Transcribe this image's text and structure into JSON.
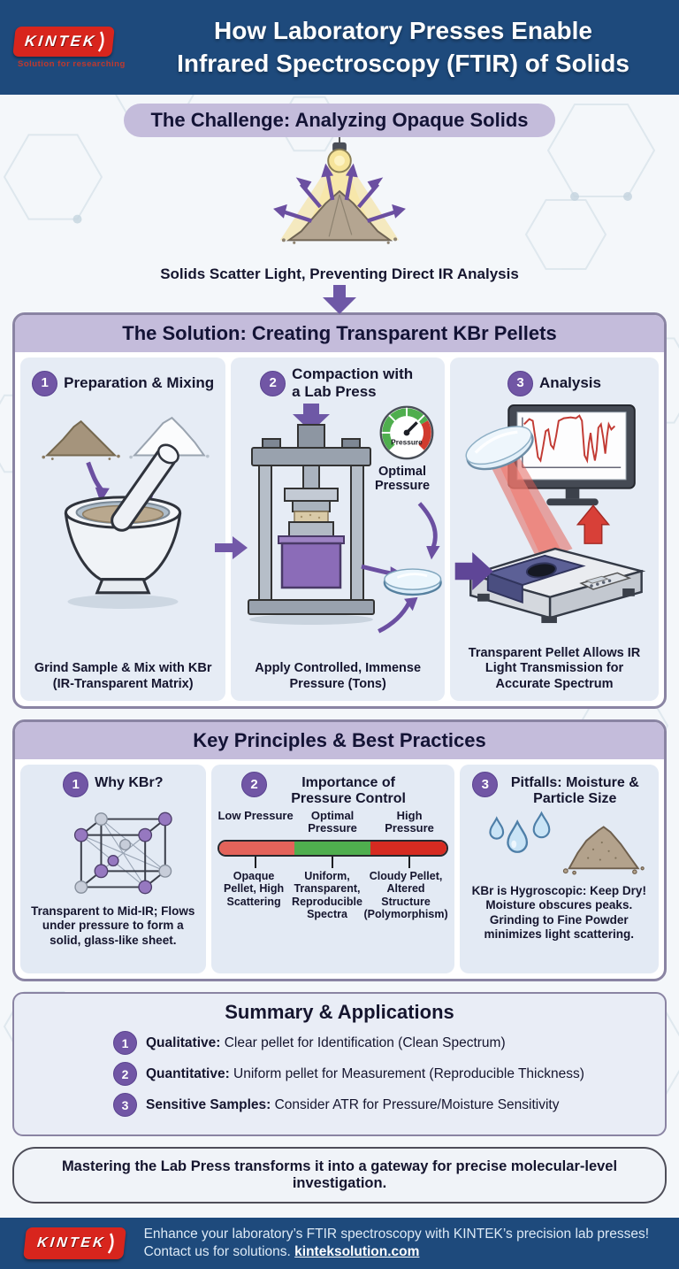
{
  "header": {
    "logo_text": "KINTEK",
    "logo_tagline": "Solution for researching",
    "title_line1": "How Laboratory Presses Enable",
    "title_line2": "Infrared Spectroscopy (FTIR) of Solids"
  },
  "challenge": {
    "title": "The Challenge: Analyzing Opaque Solids",
    "caption": "Solids Scatter Light, Preventing Direct IR Analysis"
  },
  "solution": {
    "title": "The Solution: Creating Transparent KBr Pellets",
    "steps": [
      {
        "number": "1",
        "title": "Preparation & Mixing",
        "caption": "Grind Sample & Mix with KBr (IR-Transparent Matrix)"
      },
      {
        "number": "2",
        "title": "Compaction with a Lab Press",
        "caption": "Apply Controlled, Immense Pressure (Tons)",
        "gauge_label": "Pressure",
        "gauge_caption": "Optimal Pressure"
      },
      {
        "number": "3",
        "title": "Analysis",
        "caption": "Transparent Pellet Allows IR Light Transmission for Accurate Spectrum"
      }
    ]
  },
  "principles": {
    "title": "Key Principles & Best Practices",
    "cards": [
      {
        "number": "1",
        "title": "Why KBr?",
        "text": "Transparent to Mid-IR; Flows under pressure to form a solid, glass-like sheet."
      },
      {
        "number": "2",
        "title": "Importance of Pressure Control",
        "scale": {
          "zones": [
            {
              "label": "Low Pressure",
              "result": "Opaque Pellet, High Scattering",
              "color": "#e4635a"
            },
            {
              "label": "Optimal Pressure",
              "result": "Uniform, Transparent, Reproducible Spectra",
              "color": "#4fae4e"
            },
            {
              "label": "High Pressure",
              "result": "Cloudy Pellet, Altered Structure (Polymorphism)",
              "color": "#d62b21"
            }
          ]
        }
      },
      {
        "number": "3",
        "title": "Pitfalls: Moisture & Particle Size",
        "text": "KBr is Hygroscopic: Keep Dry! Moisture obscures peaks. Grinding to Fine Powder minimizes light scattering."
      }
    ]
  },
  "summary": {
    "title": "Summary & Applications",
    "items": [
      {
        "number": "1",
        "label": "Qualitative:",
        "text": "Clear pellet for Identification (Clean Spectrum)"
      },
      {
        "number": "2",
        "label": "Quantitative:",
        "text": "Uniform pellet for Measurement (Reproducible Thickness)"
      },
      {
        "number": "3",
        "label": "Sensitive Samples:",
        "text": "Consider ATR for Pressure/Moisture Sensitivity"
      }
    ]
  },
  "conclusion": {
    "text": "Mastering the Lab Press transforms it into a gateway for precise molecular-level investigation."
  },
  "footer": {
    "logo_text": "KINTEK",
    "text": "Enhance your laboratory’s FTIR spectroscopy with KINTEK’s precision lab presses! Contact us for solutions.",
    "link": "kinteksolution.com"
  },
  "colors": {
    "brand_blue": "#1e4a7c",
    "brand_red": "#d8251d",
    "lavender": "#c4bcdb",
    "accent_purple": "#7156a5",
    "green": "#4fae4e",
    "red": "#d62b21"
  }
}
